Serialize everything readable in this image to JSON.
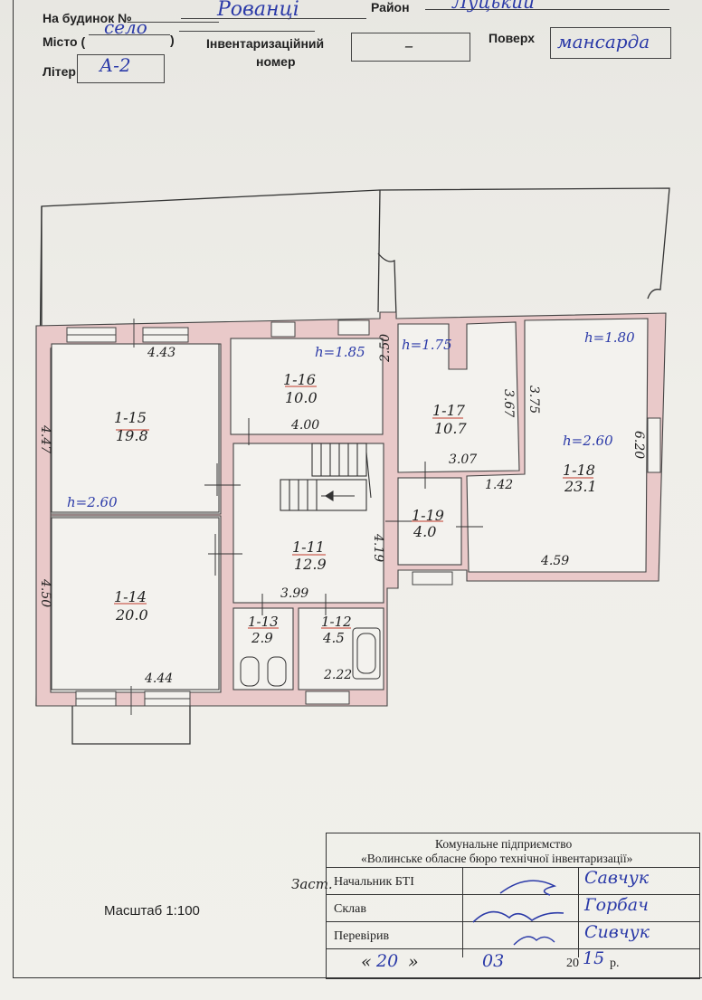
{
  "header": {
    "house_label": "На будинок №",
    "city_label": "Місто (",
    "city_value": "село",
    "city_close": ")",
    "place_value": "Рованці",
    "district_label": "Район",
    "district_value": "Луцький",
    "letter_label": "Літер",
    "letter_value": "А-2",
    "inventory_label_1": "Інвентаризаційний",
    "inventory_label_2": "номер",
    "inventory_value": "–",
    "floor_label": "Поверх",
    "floor_value": "мансарда"
  },
  "rooms": [
    {
      "id": "1-15",
      "area": "19.8"
    },
    {
      "id": "1-16",
      "area": "10.0"
    },
    {
      "id": "1-17",
      "area": "10.7"
    },
    {
      "id": "1-18",
      "area": "23.1"
    },
    {
      "id": "1-19",
      "area": "4.0"
    },
    {
      "id": "1-11",
      "area": "12.9"
    },
    {
      "id": "1-14",
      "area": "20.0"
    },
    {
      "id": "1-13",
      "area": "2.9"
    },
    {
      "id": "1-12",
      "area": "4.5"
    }
  ],
  "heights": {
    "h16": "h=1.85",
    "h17": "h=1.75",
    "h18a": "h=1.80",
    "h18b": "h=2.60",
    "h15": "h=2.60"
  },
  "dimensions": {
    "d_443": "4.43",
    "d_447": "4.47",
    "d_250": "2.50",
    "d_400": "4.00",
    "d_367": "3.67",
    "d_375": "3.75",
    "d_307": "3.07",
    "d_620": "6.20",
    "d_142": "1.42",
    "d_419": "4.19",
    "d_459": "4.59",
    "d_450": "4.50",
    "d_399": "3.99",
    "d_222": "2.22",
    "d_444": "4.44"
  },
  "scale": "Масштаб 1:100",
  "stamp": {
    "org_line1": "Комунальне підприємство",
    "org_line2": "«Волинське обласне бюро технічної інвентаризації»",
    "prefix": "Заст.",
    "row1_label": "Начальник БТІ",
    "row1_name": "Савчук",
    "row2_label": "Склав",
    "row2_name": "Горбач",
    "row3_label": "Перевірив",
    "row3_name": "Сивчук",
    "date_open": "«",
    "date_day": "20",
    "date_close": "»",
    "date_month": "03",
    "date_year_prefix": "20",
    "date_year": "15",
    "date_suffix": "р."
  }
}
